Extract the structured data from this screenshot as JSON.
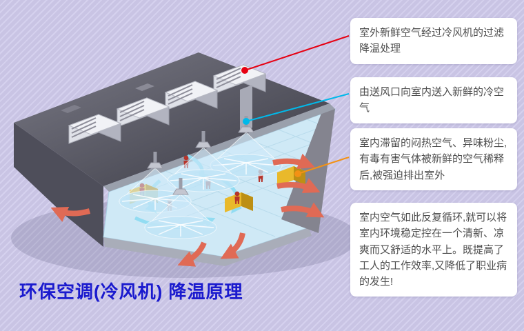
{
  "page": {
    "background_base": "#c9c4e4",
    "background_stripe": "#d5d1ee"
  },
  "title": {
    "text": "环保空调(冷风机)  降温原理",
    "color": "#1a1ace"
  },
  "callouts": [
    {
      "text": "室外新鲜空气经过冷风机的过滤降温处理",
      "accent": "#e60012"
    },
    {
      "text": "由送风口向室内送入新鲜的冷空气",
      "accent": "#00b9ea"
    },
    {
      "text": "室内滞留的闷热空气、异味粉尘,有毒有害气体被新鲜的空气稀释后,被强迫排出室外",
      "accent": "#f39114"
    },
    {
      "text": "室内空气如此反复循环,就可以将室内环境稳定控在一个清新、凉爽而又舒适的水平上。既提高了工人的工作效率,又降低了职业病的发生!",
      "accent": null
    }
  ],
  "diagram": {
    "description": "factory-cutaway-evaporative-cooling-airflow-illustration",
    "colors": {
      "roof": "#45454f",
      "floor": "#cfe9f6",
      "fresh_air": "#8fdcf2",
      "exhaust_air": "#e06a55",
      "worker": "#b5342b",
      "machine": "#f2c52e",
      "rooftop_unit": "#eef0f4"
    }
  }
}
